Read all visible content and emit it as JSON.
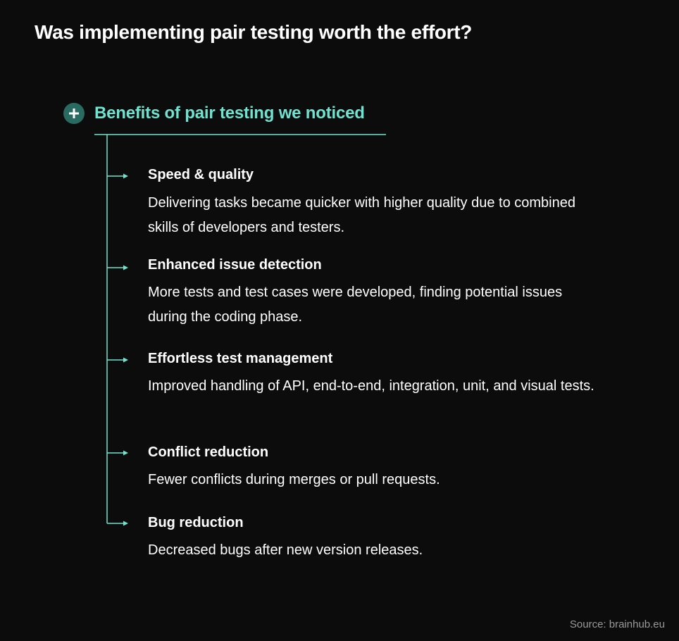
{
  "title": "Was implementing pair testing worth the effort?",
  "section": {
    "title": "Benefits of pair testing we noticed",
    "icon": "plus-icon"
  },
  "items": [
    {
      "title": "Speed & quality",
      "description": "Delivering tasks became quicker with higher quality due to combined skills of developers and testers."
    },
    {
      "title": "Enhanced issue detection",
      "description": "More tests and test cases were developed, finding potential issues during the coding phase."
    },
    {
      "title": "Effortless test management",
      "description": "Improved handling of API, end-to-end, integration, unit, and visual tests."
    },
    {
      "title": "Conflict reduction",
      "description": "Fewer conflicts during merges or pull requests."
    },
    {
      "title": "Bug reduction",
      "description": "Decreased bugs after new version releases."
    }
  ],
  "source": "Source: brainhub.eu",
  "colors": {
    "background": "#0c0c0d",
    "accent": "#6fe3cf",
    "icon_bg": "#2a6b61",
    "text": "#ffffff",
    "muted": "#9a9a9a"
  }
}
